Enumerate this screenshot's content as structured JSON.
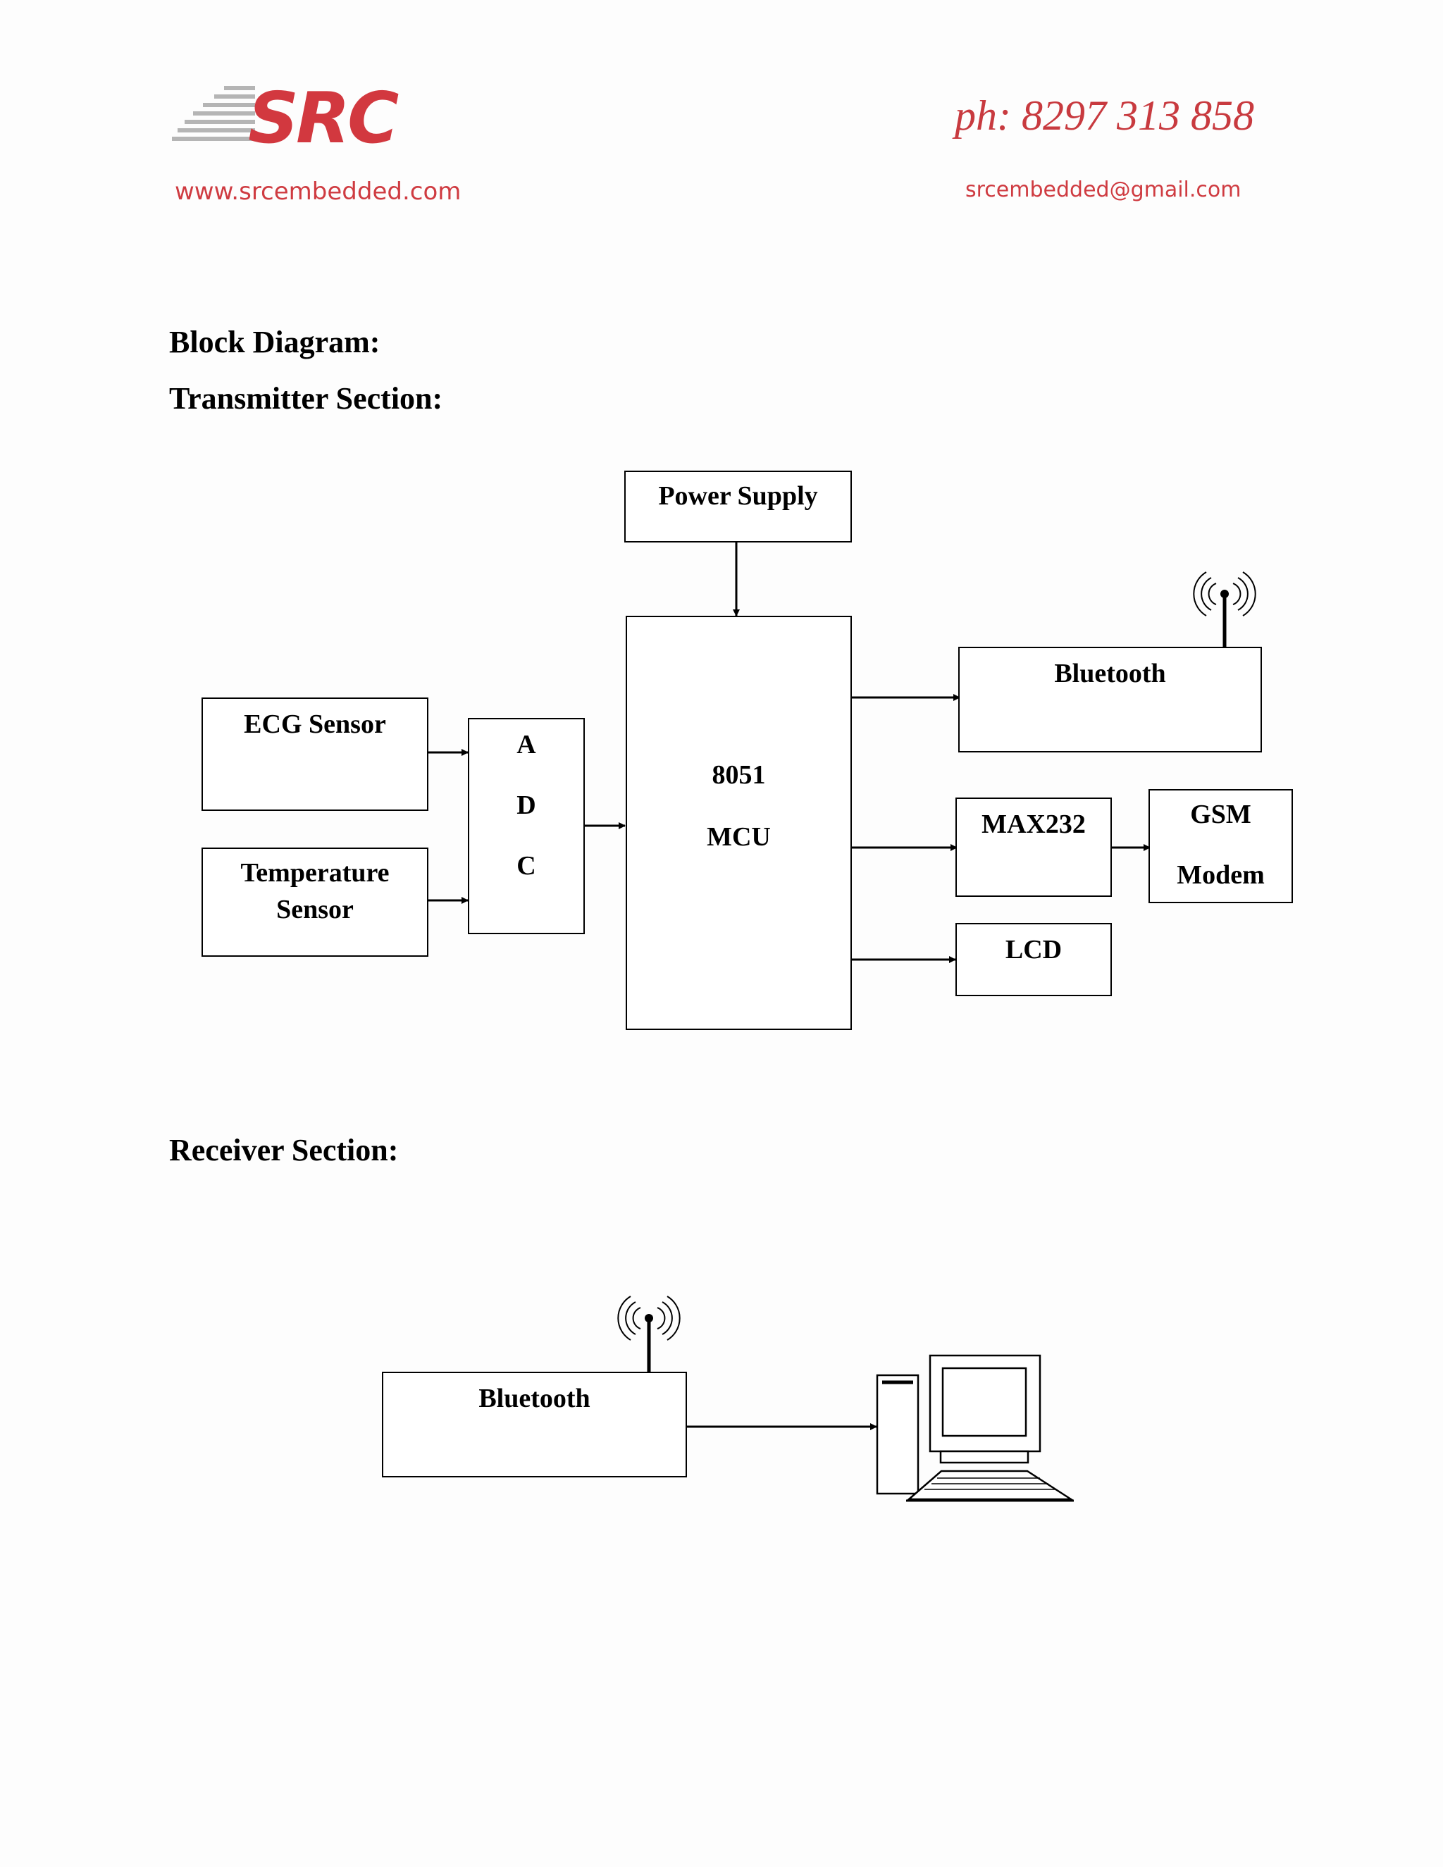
{
  "header": {
    "logo_text": "SRC",
    "website": "www.srcembedded.com",
    "phone": "ph: 8297 313 858",
    "email": "srcembedded@gmail.com"
  },
  "headings": {
    "block_diagram": "Block Diagram:",
    "transmitter": "Transmitter Section:",
    "receiver": "Receiver Section:"
  },
  "transmitter": {
    "power_supply": "Power Supply",
    "ecg_sensor": "ECG Sensor",
    "temp_line1": "Temperature",
    "temp_line2": "Sensor",
    "adc_a": "A",
    "adc_d": "D",
    "adc_c": "C",
    "mcu_line1": "8051",
    "mcu_line2": "MCU",
    "bluetooth": "Bluetooth",
    "max232": "MAX232",
    "gsm_line1": "GSM",
    "gsm_line2": "Modem",
    "lcd": "LCD"
  },
  "receiver": {
    "bluetooth": "Bluetooth"
  },
  "icons": {
    "antenna": "antenna-icon",
    "computer": "computer-icon",
    "logo_stripes": "logo-stripes-icon"
  },
  "colors": {
    "brand_red": "#d2383f"
  }
}
